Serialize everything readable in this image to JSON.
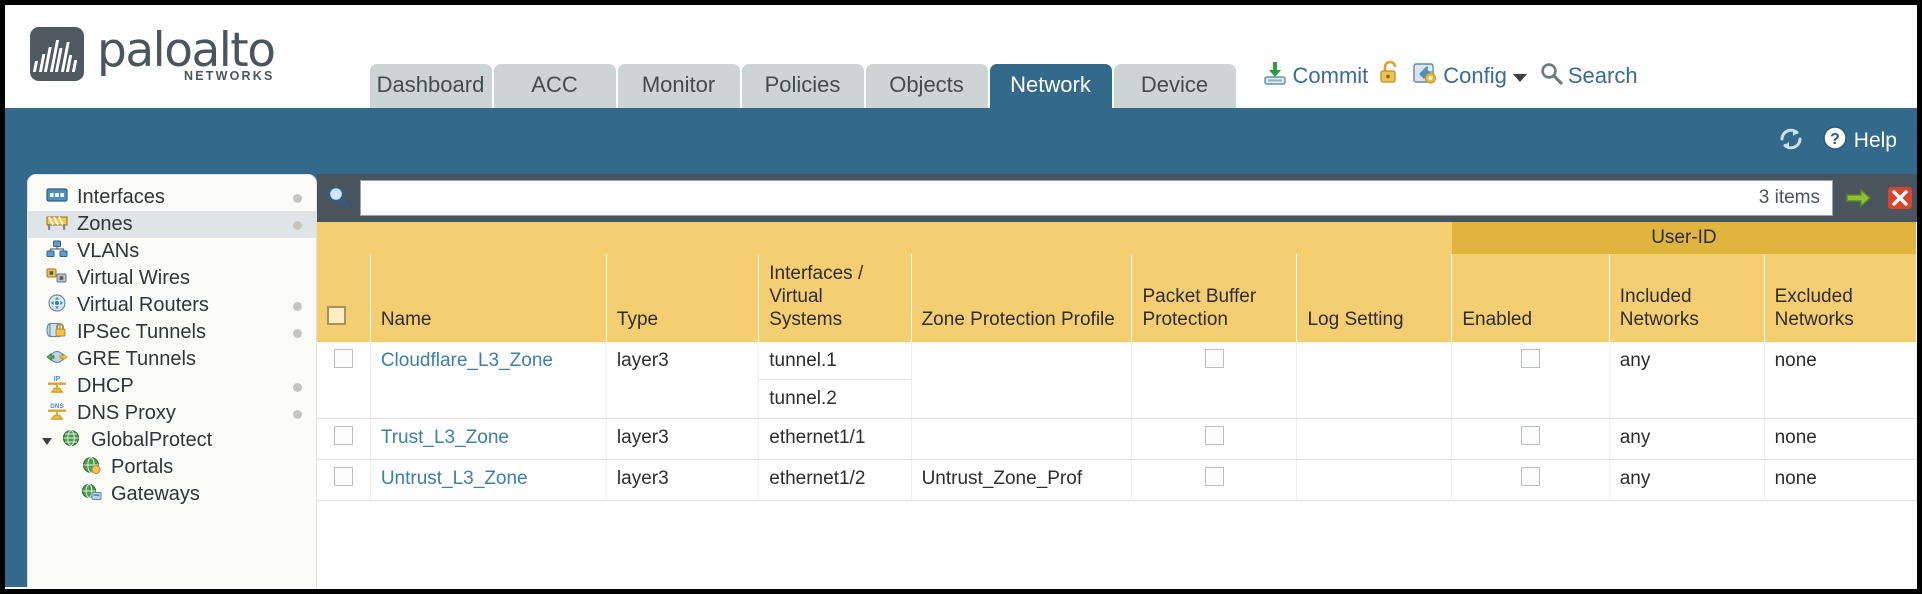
{
  "brand": {
    "name": "paloalto",
    "tagline": "NETWORKS",
    "logo_icon": "paloalto-waveform-logo"
  },
  "nav": {
    "tabs": [
      {
        "label": "Dashboard",
        "active": false
      },
      {
        "label": "ACC",
        "active": false
      },
      {
        "label": "Monitor",
        "active": false
      },
      {
        "label": "Policies",
        "active": false
      },
      {
        "label": "Objects",
        "active": false
      },
      {
        "label": "Network",
        "active": true
      },
      {
        "label": "Device",
        "active": false
      }
    ]
  },
  "actions": {
    "commit": {
      "label": "Commit",
      "icon": "commit-download-icon"
    },
    "lock": {
      "label": "",
      "icon": "unlock-padlock-icon"
    },
    "config": {
      "label": "Config",
      "icon": "config-wrench-icon",
      "caret": "chevron-down-icon"
    },
    "search": {
      "label": "Search",
      "icon": "search-magnifier-icon"
    }
  },
  "band": {
    "refresh_icon": "refresh-icon",
    "help": {
      "label": "Help",
      "icon": "help-question-icon"
    }
  },
  "sidebar": {
    "items": [
      {
        "label": "Interfaces",
        "icon": "interfaces-icon",
        "selected": false,
        "dot": true,
        "indent": false,
        "caret": ""
      },
      {
        "label": "Zones",
        "icon": "zones-icon",
        "selected": true,
        "dot": true,
        "indent": false,
        "caret": ""
      },
      {
        "label": "VLANs",
        "icon": "vlans-icon",
        "selected": false,
        "dot": false,
        "indent": false,
        "caret": ""
      },
      {
        "label": "Virtual Wires",
        "icon": "virtual-wires-icon",
        "selected": false,
        "dot": false,
        "indent": false,
        "caret": ""
      },
      {
        "label": "Virtual Routers",
        "icon": "virtual-routers-icon",
        "selected": false,
        "dot": true,
        "indent": false,
        "caret": ""
      },
      {
        "label": "IPSec Tunnels",
        "icon": "ipsec-tunnels-icon",
        "selected": false,
        "dot": true,
        "indent": false,
        "caret": ""
      },
      {
        "label": "GRE Tunnels",
        "icon": "gre-tunnels-icon",
        "selected": false,
        "dot": false,
        "indent": false,
        "caret": ""
      },
      {
        "label": "DHCP",
        "icon": "dhcp-icon",
        "selected": false,
        "dot": true,
        "indent": false,
        "caret": ""
      },
      {
        "label": "DNS Proxy",
        "icon": "dns-proxy-icon",
        "selected": false,
        "dot": true,
        "indent": false,
        "caret": ""
      },
      {
        "label": "GlobalProtect",
        "icon": "globalprotect-icon",
        "selected": false,
        "dot": false,
        "indent": false,
        "caret": "open"
      },
      {
        "label": "Portals",
        "icon": "portals-icon",
        "selected": false,
        "dot": false,
        "indent": true,
        "caret": ""
      },
      {
        "label": "Gateways",
        "icon": "gateways-icon",
        "selected": false,
        "dot": false,
        "indent": true,
        "caret": ""
      }
    ]
  },
  "search": {
    "icon": "search-magnifier-icon",
    "value": "",
    "placeholder": "",
    "items_count": "3 items",
    "apply_icon": "apply-arrow-icon",
    "clear_icon": "clear-x-icon"
  },
  "table": {
    "group_header": {
      "label": "User-ID",
      "colspan": 3
    },
    "columns": [
      {
        "key": "check",
        "label": ""
      },
      {
        "key": "name",
        "label": "Name"
      },
      {
        "key": "type",
        "label": "Type"
      },
      {
        "key": "ifaces",
        "label": "Interfaces / Virtual Systems"
      },
      {
        "key": "zpp",
        "label": "Zone Protection Profile"
      },
      {
        "key": "pbp",
        "label": "Packet Buffer Protection"
      },
      {
        "key": "log",
        "label": "Log Setting"
      },
      {
        "key": "enabled",
        "label": "Enabled"
      },
      {
        "key": "included",
        "label": "Included Networks"
      },
      {
        "key": "excluded",
        "label": "Excluded Networks"
      }
    ],
    "rows": [
      {
        "name": "Cloudflare_L3_Zone",
        "type": "layer3",
        "interfaces": [
          "tunnel.1",
          "tunnel.2"
        ],
        "zone_protection_profile": "",
        "packet_buffer_protection": false,
        "log_setting": "",
        "user_id_enabled": false,
        "included_networks": "any",
        "excluded_networks": "none",
        "selected": false
      },
      {
        "name": "Trust_L3_Zone",
        "type": "layer3",
        "interfaces": [
          "ethernet1/1"
        ],
        "zone_protection_profile": "",
        "packet_buffer_protection": false,
        "log_setting": "",
        "user_id_enabled": false,
        "included_networks": "any",
        "excluded_networks": "none",
        "selected": false
      },
      {
        "name": "Untrust_L3_Zone",
        "type": "layer3",
        "interfaces": [
          "ethernet1/2"
        ],
        "zone_protection_profile": "Untrust_Zone_Prof",
        "packet_buffer_protection": false,
        "log_setting": "",
        "user_id_enabled": false,
        "included_networks": "any",
        "excluded_networks": "none",
        "selected": false
      }
    ]
  },
  "colors": {
    "brand_blue": "#336a8c",
    "header_amber": "#f5ce72",
    "group_amber": "#e0b53e",
    "toolbar_slate": "#4a545c",
    "link_blue": "#3d7fa6",
    "tab_inactive": "#ccd4d4"
  }
}
